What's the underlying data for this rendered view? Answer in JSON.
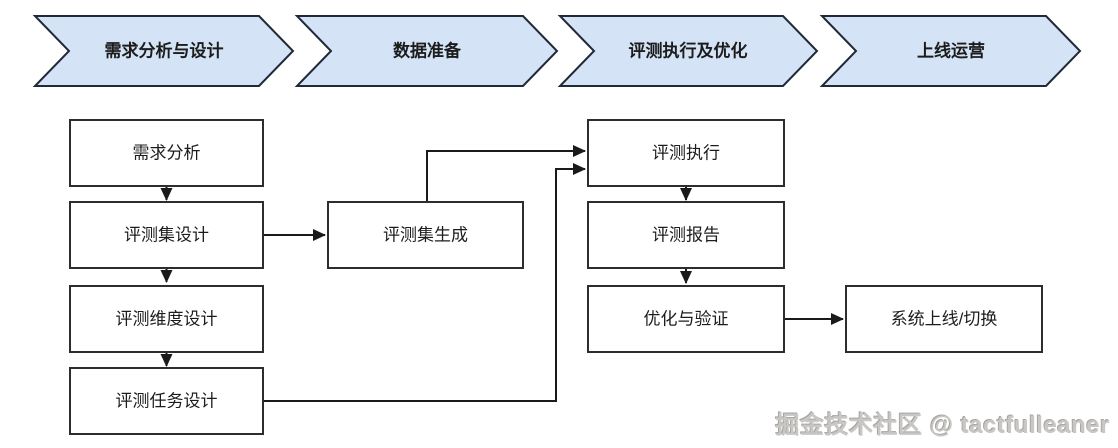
{
  "colors": {
    "background": "#ffffff",
    "chevron_fill": "#d5e3f7",
    "chevron_border": "#1f2937",
    "box_fill": "#ffffff",
    "box_border": "#2d2d2d",
    "arrow": "#1a1a1a",
    "text": "#1c1c1c",
    "watermark": "#c9c7c4"
  },
  "phase_bar": {
    "items": [
      {
        "label": "需求分析与设计"
      },
      {
        "label": "数据准备"
      },
      {
        "label": "评测执行及优化"
      },
      {
        "label": "上线运营"
      }
    ]
  },
  "flow": {
    "requirement_analysis": {
      "label": "需求分析"
    },
    "eval_set_design": {
      "label": "评测集设计"
    },
    "eval_dimension_design": {
      "label": "评测维度设计"
    },
    "eval_task_design": {
      "label": "评测任务设计"
    },
    "eval_set_generation": {
      "label": "评测集生成"
    },
    "eval_execution": {
      "label": "评测执行"
    },
    "eval_report": {
      "label": "评测报告"
    },
    "optimize_verify": {
      "label": "优化与验证"
    },
    "system_launch": {
      "label": "系统上线/切换"
    }
  },
  "watermark": {
    "text": "掘金技术社区 @ tactfulleaner"
  }
}
